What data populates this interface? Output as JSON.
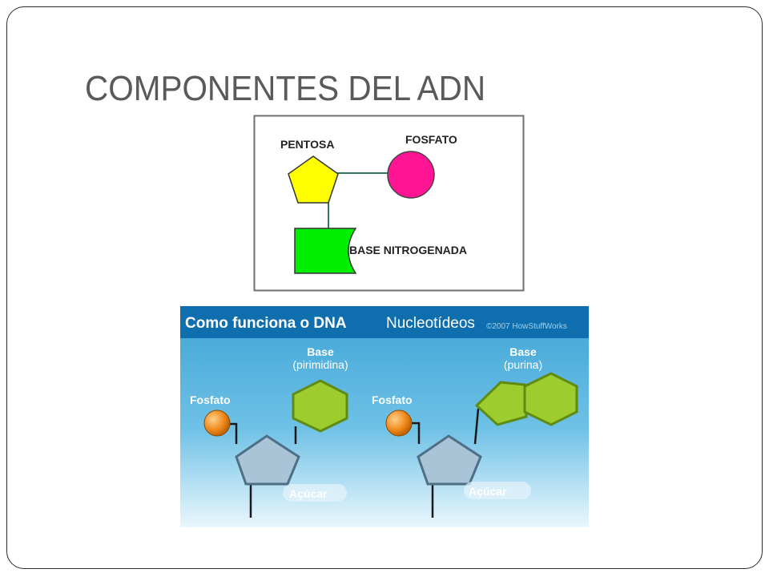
{
  "slide": {
    "title": "COMPONENTES DEL ADN"
  },
  "diagram_top": {
    "pentose_label": "PENTOSA",
    "phosphate_label": "FOSFATO",
    "base_label": "BASE NITROGENADA",
    "colors": {
      "pentose": "#ffff00",
      "phosphate": "#ff1493",
      "base": "#00ee00",
      "connector": "#2e7d5a"
    }
  },
  "diagram_bottom": {
    "header_title": "Como funciona o DNA",
    "header_subtitle": "Nucleotídeos",
    "copyright": "©2007 HowStuffWorks",
    "left_nucleotide": {
      "base_title": "Base",
      "base_type": "(pirimidina)",
      "phosphate_label": "Fosfato",
      "sugar_label": "Açúcar"
    },
    "right_nucleotide": {
      "base_title": "Base",
      "base_type": "(purina)",
      "phosphate_label": "Fosfato",
      "sugar_label": "Açúcar"
    },
    "colors": {
      "header_bg": "#0f6fae",
      "body_top": "#3fa3d6",
      "body_bottom": "#e9f6fc",
      "base": "#9ccc2e",
      "sugar": "#a9c4d6",
      "phosphate": "#f08a1c"
    }
  }
}
